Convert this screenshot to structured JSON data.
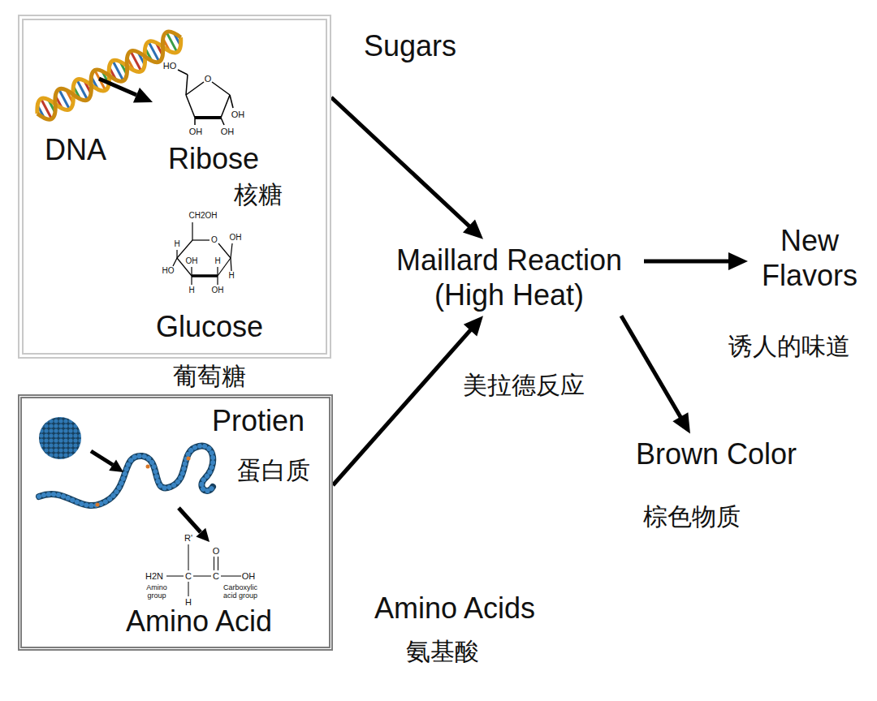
{
  "diagram": {
    "nodes": [
      {
        "text": [
          "DNA",
          "Ribose",
          "核糖",
          "Glucose",
          "葡萄糖"
        ]
      },
      {
        "text": [
          "Protien",
          "蛋白质",
          "Amino Acid"
        ]
      },
      {
        "text": [
          "Maillard Reaction (High Heat)"
        ]
      },
      {
        "text": [
          "New Flavors"
        ]
      },
      {
        "text": [
          "Brown Color"
        ]
      }
    ],
    "edges": [
      {
        "from": 0,
        "to": 2,
        "arrow": "to"
      },
      {
        "from": 1,
        "to": 2,
        "arrow": "to"
      },
      {
        "from": 2,
        "to": 3,
        "arrow": "to"
      },
      {
        "from": 2,
        "to": 4,
        "arrow": "to"
      }
    ],
    "labels": [
      "Sugars",
      "美拉德反应",
      "诱人的味道",
      "棕色物质",
      "Amino Acids",
      "氨基酸",
      "HO",
      "O",
      "OH",
      "OH",
      "OH",
      "CH2OH",
      "O",
      "H",
      "HO",
      "OH",
      "H",
      "H",
      "OH",
      "OH",
      "H",
      "R'",
      "H2N",
      "C",
      "C",
      "O",
      "OH",
      "H",
      "Amino group",
      "Carboxylic acid group"
    ]
  }
}
